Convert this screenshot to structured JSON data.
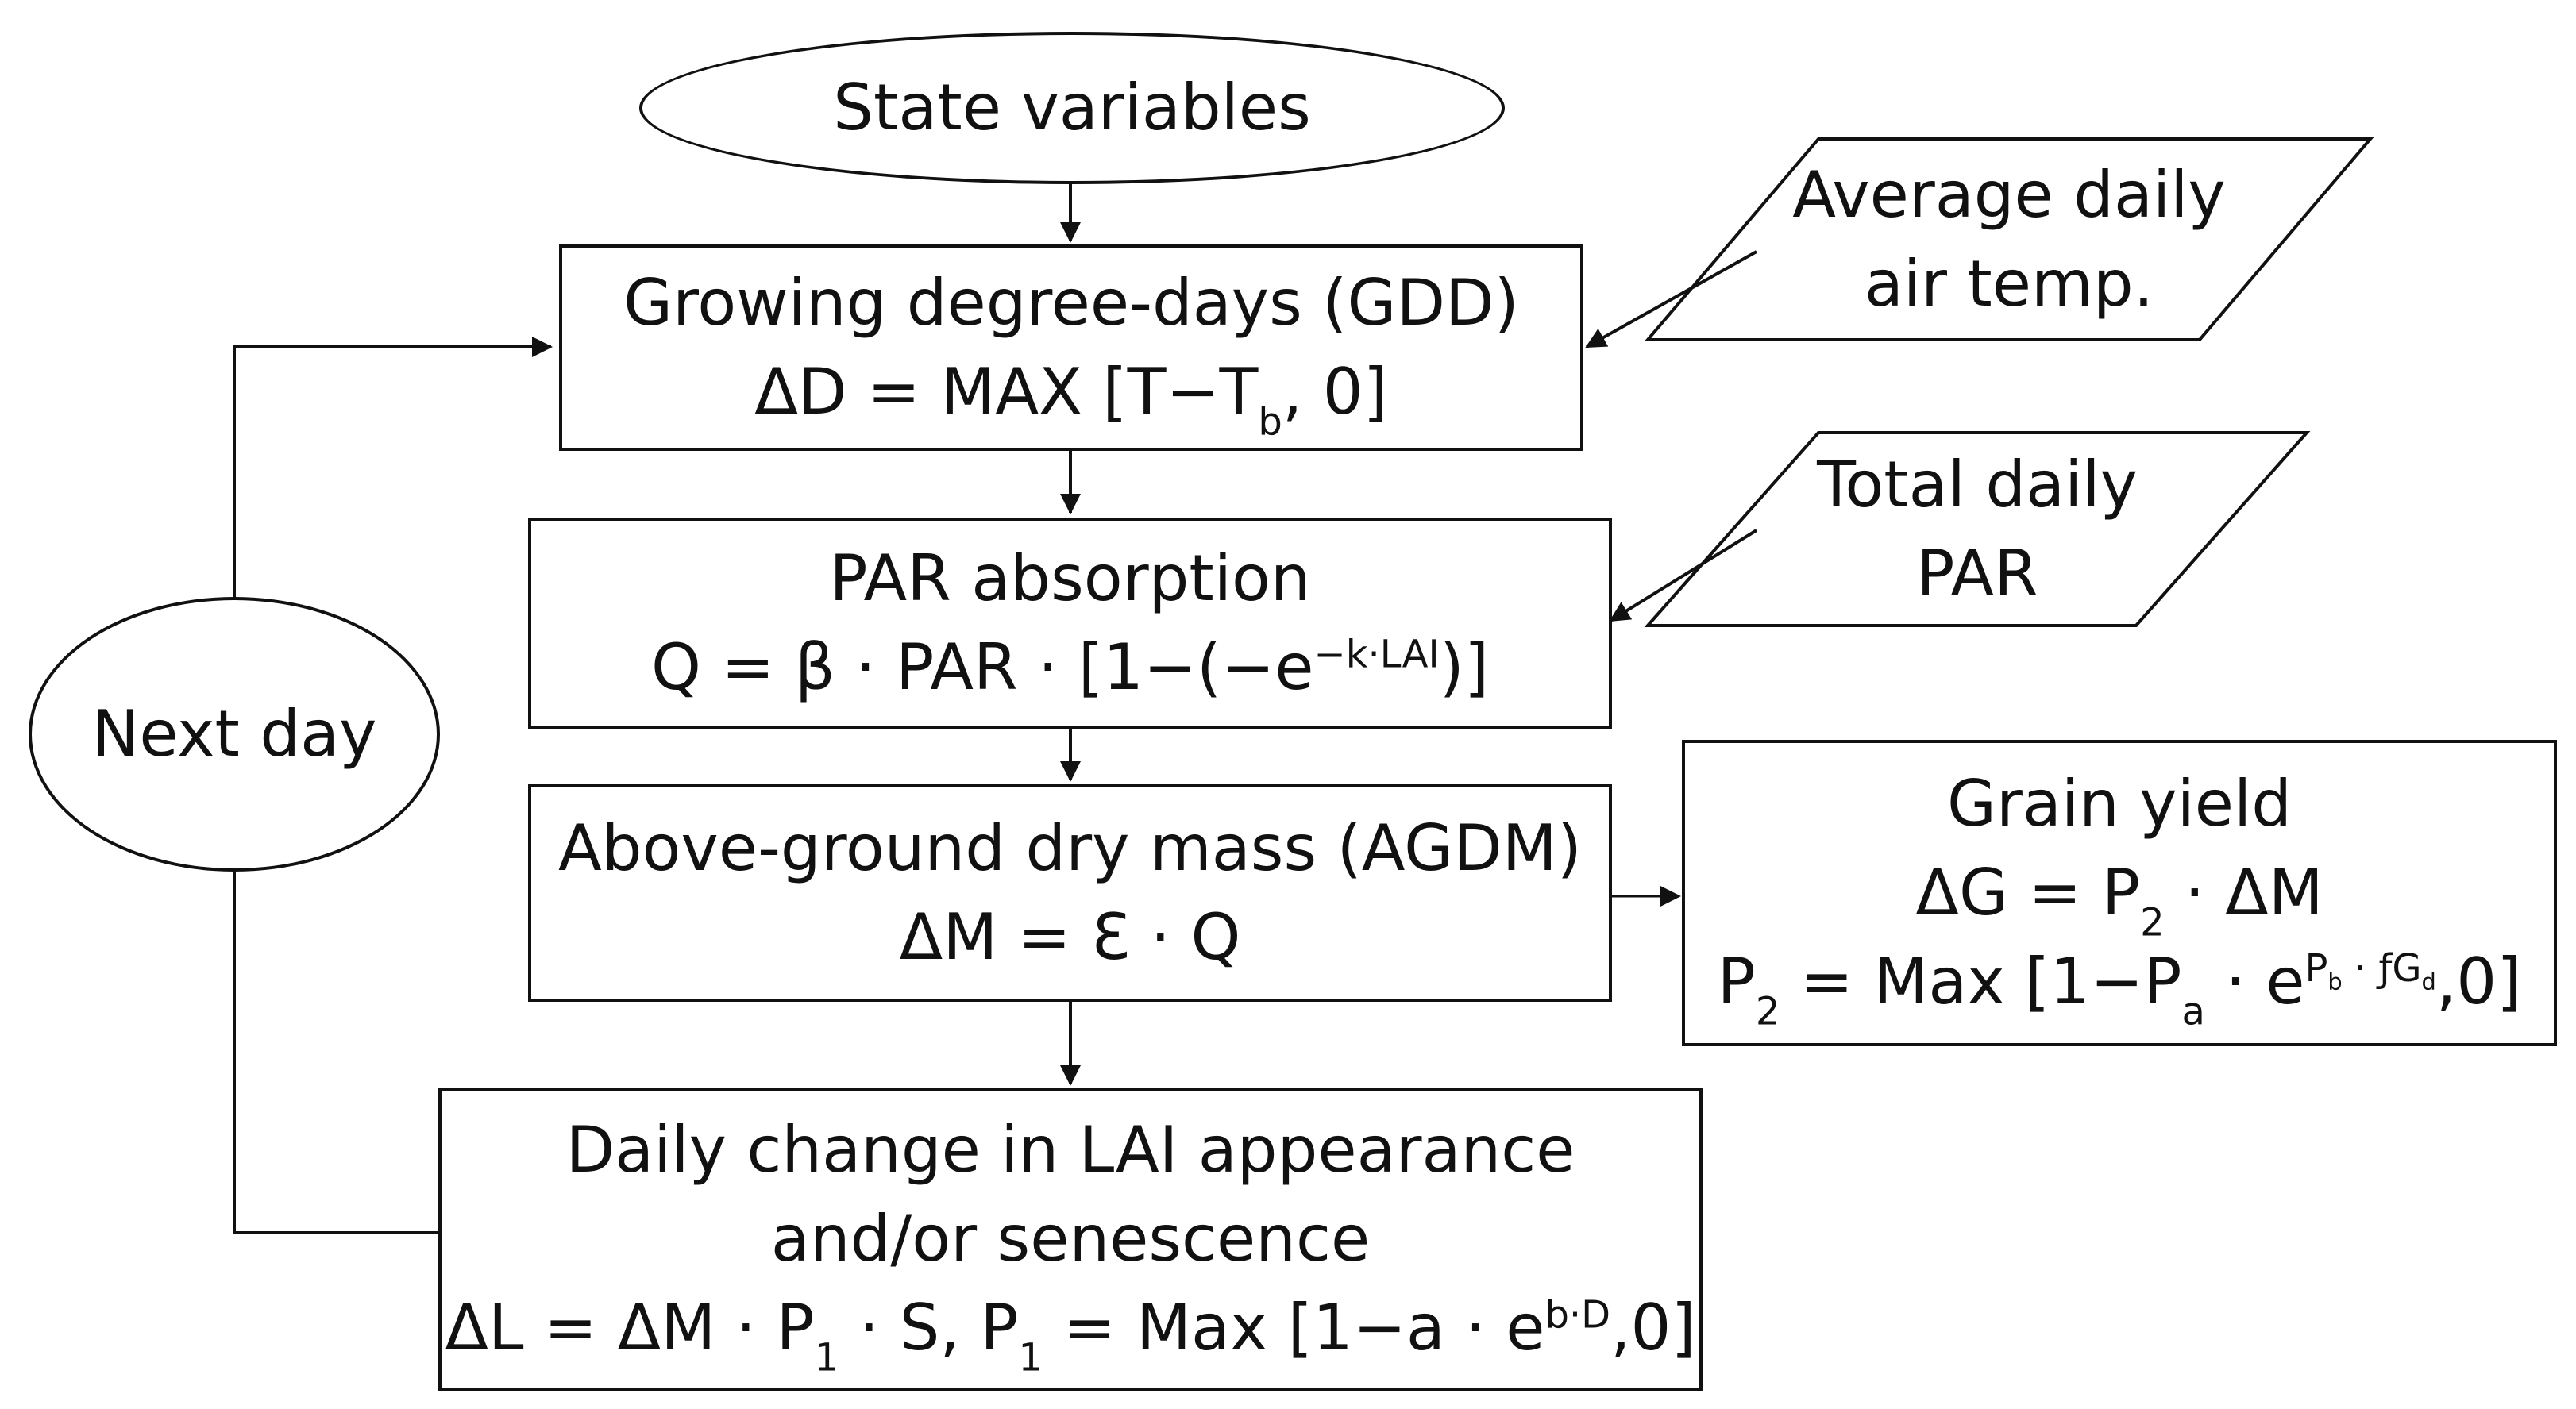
{
  "nodes": {
    "state": {
      "label": "State variables"
    },
    "gdd": {
      "title": "Growing degree-days (GDD)",
      "eq_pre": "ΔD = MAX [T−T",
      "eq_sub": "b",
      "eq_post": ", 0]"
    },
    "avg_temp": {
      "line1": "Average daily",
      "line2": "air temp."
    },
    "par": {
      "title": "PAR absorption",
      "eq_pre": "Q = β · PAR · [1−(−e",
      "eq_sup": "−k·LAI",
      "eq_post": ")]"
    },
    "total_par": {
      "line1": "Total daily",
      "line2": "PAR"
    },
    "agdm": {
      "title": "Above-ground dry mass (AGDM)",
      "eq": "ΔM = Ɛ · Q"
    },
    "grain": {
      "title": "Grain yield",
      "eq1_pre": "ΔG = P",
      "eq1_sub": "2",
      "eq1_post": " · ΔM",
      "eq2_a": "P",
      "eq2_a_sub": "2",
      "eq2_b": " = Max [1−P",
      "eq2_b_sub": "a",
      "eq2_c": " · e",
      "eq2_sup_a": "P",
      "eq2_sup_a_sub": "b",
      "eq2_sup_b": " · ƒG",
      "eq2_sup_b_sub": "d",
      "eq2_d": ",0]"
    },
    "lai": {
      "line1": "Daily change in LAI appearance",
      "line2": "and/or senescence",
      "eq_a": "ΔL = ΔM · P",
      "eq_a_sub": "1",
      "eq_b": " · S, P",
      "eq_b_sub": "1",
      "eq_c": " = Max [1−a · e",
      "eq_sup": "b·D",
      "eq_d": ",0]"
    },
    "next": {
      "label": "Next day"
    }
  },
  "colors": {
    "stroke": "#111111",
    "background": "#ffffff"
  }
}
